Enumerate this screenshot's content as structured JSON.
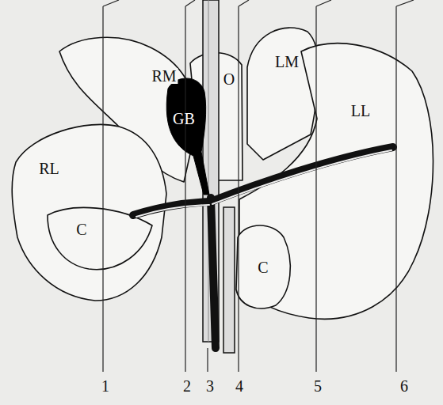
{
  "diagram": {
    "labels": [
      "RM",
      "O",
      "LM",
      "GB",
      "LL",
      "RL",
      "C",
      "C",
      "1",
      "2",
      "3",
      "4",
      "5",
      "6"
    ]
  }
}
